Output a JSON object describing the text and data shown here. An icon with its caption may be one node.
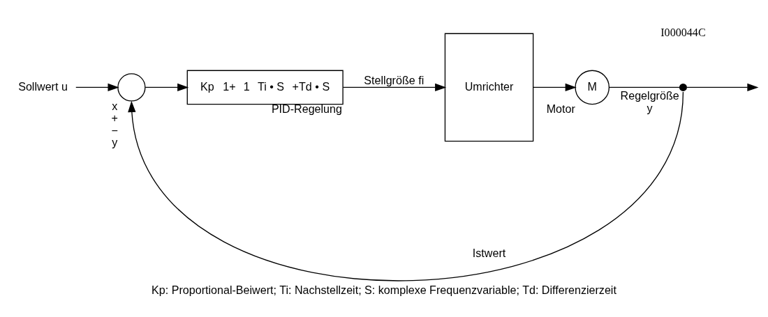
{
  "diagram": {
    "caption": "Kp: Proportional-Beiwert; Ti: Nachstellzeit; S: komplexe Frequenzvariable; Td: Differenzierzeit",
    "nodes": [
      {
        "text": [
          "Sollwert u"
        ]
      },
      {
        "text": [],
        "shape": "circle",
        "beside": [
          "x",
          "+",
          "−",
          "y"
        ]
      },
      {
        "text": [
          "Kp",
          "1+",
          "1",
          "Ti • S",
          "+Td • S"
        ],
        "beside": [
          "PID-Regelung"
        ]
      },
      {
        "text": [
          "Umrichter"
        ]
      },
      {
        "text": [
          "M"
        ],
        "beside": [
          "Motor"
        ]
      },
      {
        "text": [],
        "shape": "circle",
        "beside": [
          "Regelgröße",
          "y"
        ]
      }
    ],
    "edges": [
      {
        "from": 0,
        "to": 1,
        "arrow": "to"
      },
      {
        "from": 1,
        "to": 2,
        "arrow": "to"
      },
      {
        "from": 2,
        "to": 3,
        "arrow": "to",
        "label": "Stellgröße fi"
      },
      {
        "from": 3,
        "to": 4,
        "arrow": "to"
      },
      {
        "from": 4,
        "to": 5,
        "arrow": "none"
      },
      {
        "from": 5,
        "to": null,
        "arrow": "to"
      },
      {
        "from": 5,
        "to": 1,
        "arrow": "to",
        "label": "Istwert"
      }
    ],
    "labels": [
      "I000044C"
    ]
  }
}
